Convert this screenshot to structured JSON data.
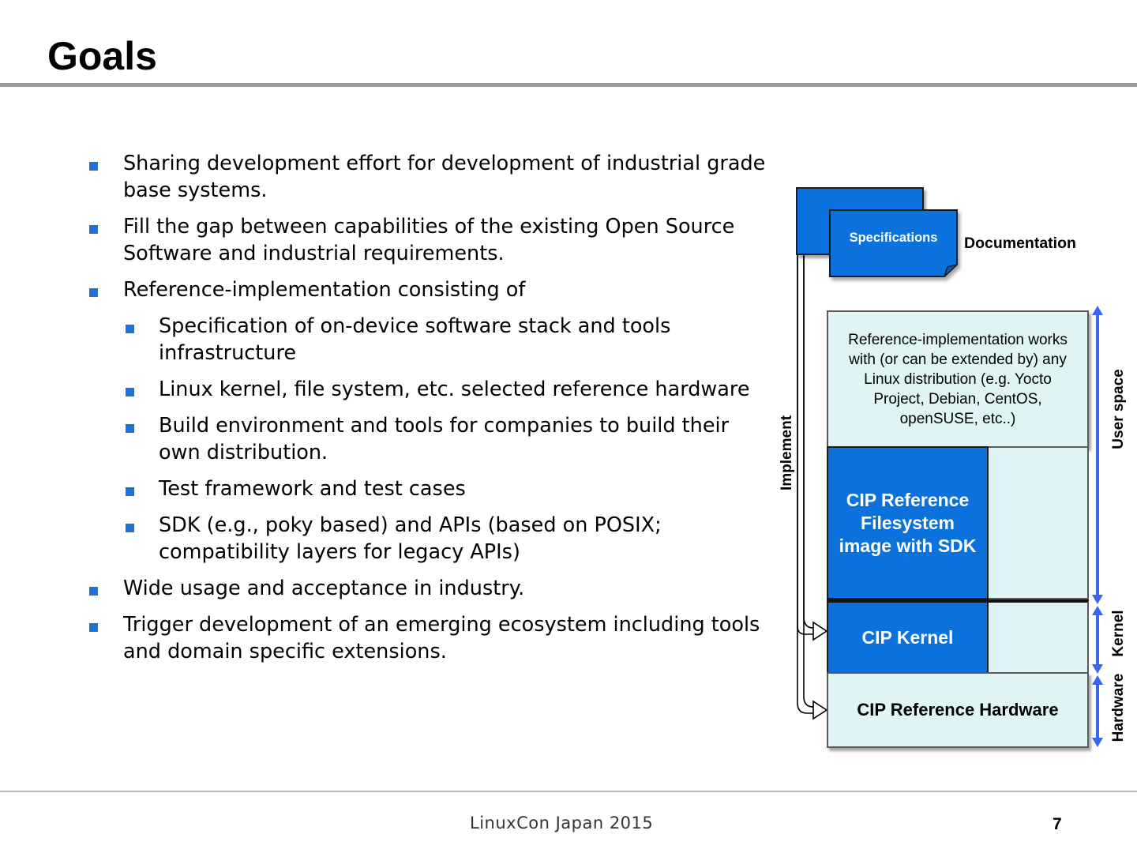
{
  "slide": {
    "title": "Goals",
    "footer": "LinuxCon Japan 2015",
    "page_number": "7"
  },
  "bullets": [
    {
      "level": 1,
      "text": "Sharing development effort for development of industrial grade base systems."
    },
    {
      "level": 1,
      "text": "Fill the gap between capabilities of the existing Open Source Software and industrial requirements."
    },
    {
      "level": 1,
      "text": "Reference-implementation consisting of"
    },
    {
      "level": 2,
      "text": "Specification of on-device software stack and tools infrastructure"
    },
    {
      "level": 2,
      "text": "Linux kernel, file system, etc. selected reference hardware"
    },
    {
      "level": 2,
      "text": "Build environment and tools for companies to build their own distribution."
    },
    {
      "level": 2,
      "text": "Test framework and test cases"
    },
    {
      "level": 2,
      "text": "SDK (e.g., poky based) and APIs (based on POSIX; compatibility layers for legacy APIs)"
    },
    {
      "level": 1,
      "text": "Wide usage and acceptance in industry."
    },
    {
      "level": 1,
      "text": "Trigger development of an emerging ecosystem including tools and domain specific extensions."
    }
  ],
  "diagram": {
    "specifications": "Specifications",
    "documentation": "Documentation",
    "implement": "Implement",
    "reference_impl": "Reference-implementation works with (or can be extended by)  any Linux  distribution (e.g. Yocto Project, Debian, CentOS, openSUSE, etc..)",
    "filesystem": "CIP Reference Filesystem image with SDK",
    "kernel": "CIP Kernel",
    "hardware": "CIP Reference Hardware",
    "user_space": "User space",
    "kernel_label": "Kernel",
    "hardware_label": "Hardware",
    "colors": {
      "accent_blue": "#0b72dd",
      "light_cyan": "#e0f4f6",
      "arrow_blue": "#3a66f0"
    }
  }
}
